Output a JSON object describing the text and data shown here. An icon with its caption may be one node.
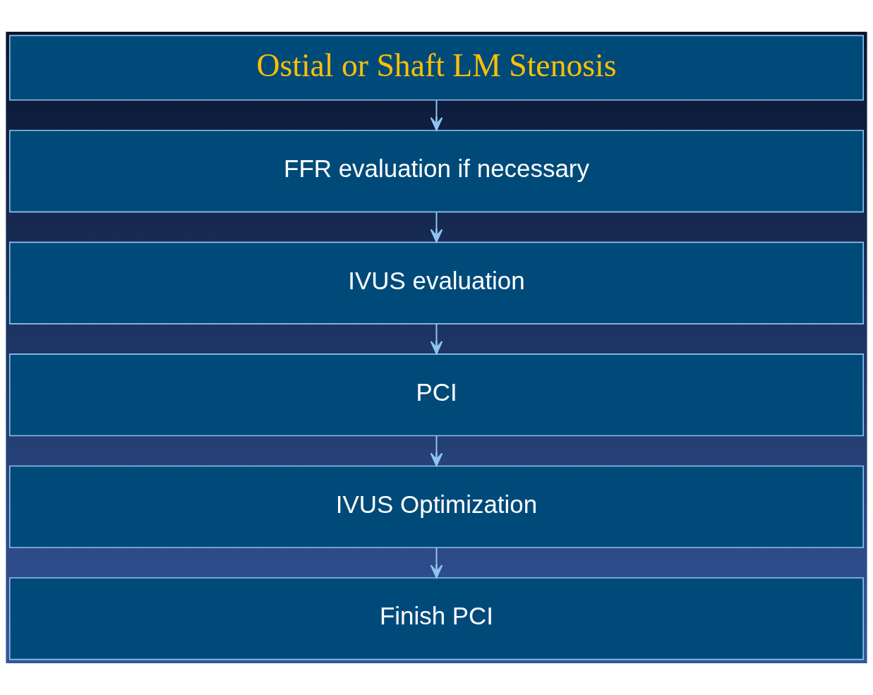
{
  "diagram": {
    "nodes": [
      {
        "text": [
          "Ostial or Shaft LM Stenosis"
        ]
      },
      {
        "text": [
          "FFR evaluation if necessary"
        ]
      },
      {
        "text": [
          "IVUS evaluation"
        ]
      },
      {
        "text": [
          "PCI"
        ]
      },
      {
        "text": [
          "IVUS Optimization"
        ]
      },
      {
        "text": [
          "Finish PCI"
        ]
      }
    ],
    "edges": [
      {
        "from": 0,
        "to": 1,
        "arrow": "to"
      },
      {
        "from": 1,
        "to": 2,
        "arrow": "to"
      },
      {
        "from": 2,
        "to": 3,
        "arrow": "to"
      },
      {
        "from": 3,
        "to": 4,
        "arrow": "to"
      },
      {
        "from": 4,
        "to": 5,
        "arrow": "to"
      }
    ]
  }
}
